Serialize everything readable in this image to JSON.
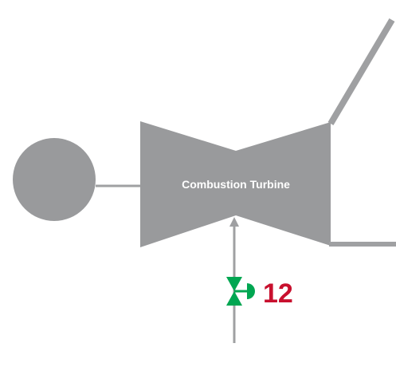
{
  "diagram": {
    "turbine_label": "Combustion Turbine",
    "valve_tag": "12"
  },
  "colors": {
    "equipment_gray": "#999a9c",
    "pipe_gray": "#9fa0a2",
    "label_white": "#ffffff",
    "valve_green": "#00a651",
    "tag_red": "#c8102e"
  },
  "icons": {
    "generator": "circle",
    "turbine": "bowtie-trapezoid",
    "valve": "gate-valve-with-actuator",
    "flow_arrow": "arrowhead-up"
  }
}
